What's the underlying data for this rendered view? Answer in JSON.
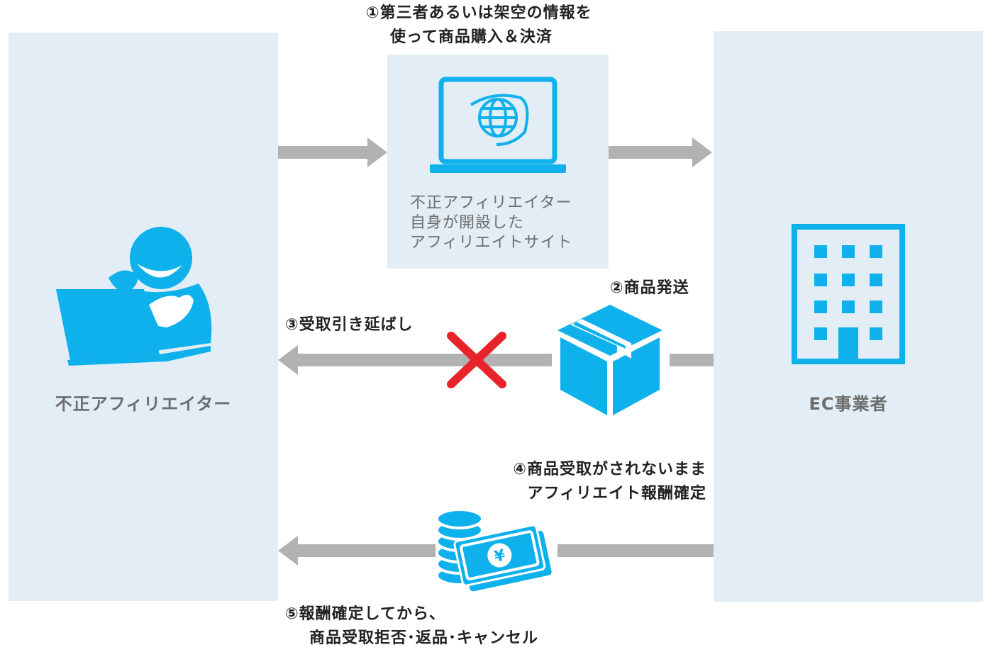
{
  "actors": {
    "fraud_affiliate": "不正アフィリエイター",
    "ec_operator": "EC事業者"
  },
  "site": {
    "caption_lines": [
      "不正アフィリエイター",
      "自身が開設した",
      "アフィリエイトサイト"
    ]
  },
  "steps": {
    "step1": [
      "①第三者あるいは架空の情報を",
      "使って商品購入＆決済"
    ],
    "step2": "②商品発送",
    "step3": "③受取引き延ばし",
    "step4": [
      "④商品受取がされないまま",
      "アフィリエイト報酬確定"
    ],
    "step5": [
      "⑤報酬確定してから、",
      "商品受取拒否･返品･キャンセル"
    ]
  },
  "icons": {
    "person": "person-at-laptop-icon",
    "laptop": "laptop-globe-icon",
    "building": "building-icon",
    "box": "package-box-icon",
    "cross": "red-x-icon",
    "money": "coins-and-yen-bills-icon",
    "currency_symbol": "¥"
  },
  "colors": {
    "panel": "#e2edf5",
    "accent": "#0fb1ec",
    "arrow": "#b2b2b2",
    "cross": "#e8232a",
    "label_grey": "#6d6d6d"
  }
}
